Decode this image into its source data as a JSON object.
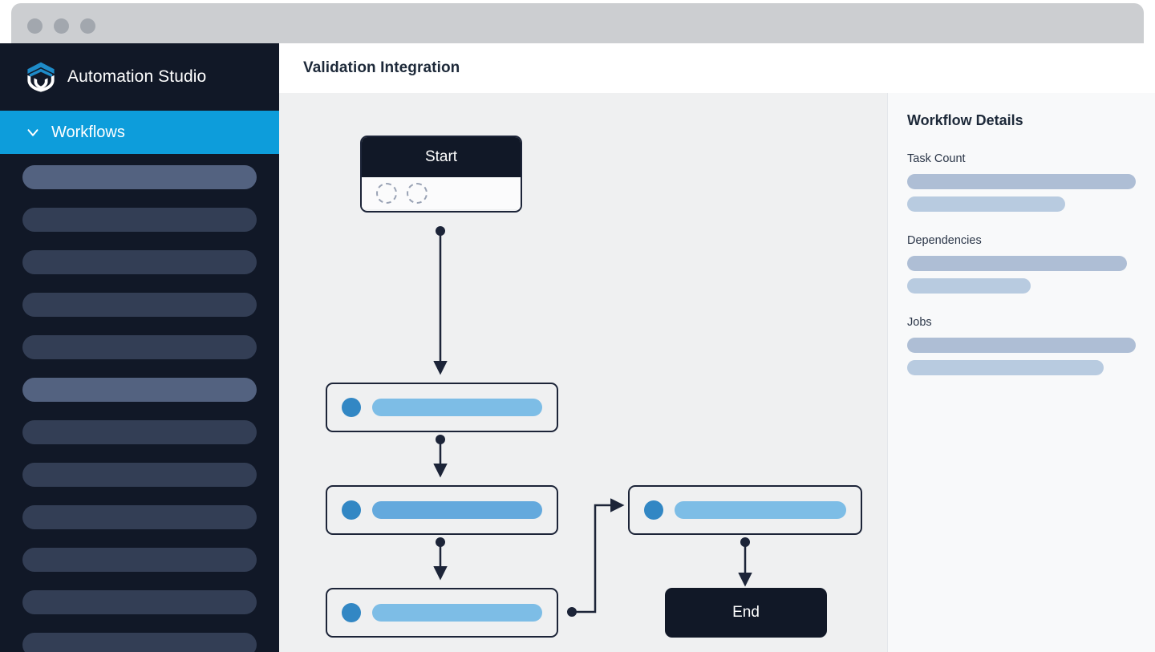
{
  "window": {
    "traffic_lights": [
      "close-dot",
      "minimize-dot",
      "maximize-dot"
    ]
  },
  "sidebar": {
    "brand": {
      "name": "Automation Studio",
      "logo_icon": "hexagon-shield-logo-icon"
    },
    "active_item": {
      "label": "Workflows",
      "icon": "chevron-down-icon"
    },
    "accent_color": "#0d9ddb",
    "background_color": "#111827",
    "placeholder_items": [
      {
        "state": "bright",
        "width_pct": 100
      },
      {
        "state": "normal",
        "width_pct": 100
      },
      {
        "state": "normal",
        "width_pct": 100
      },
      {
        "state": "normal",
        "width_pct": 100
      },
      {
        "state": "normal",
        "width_pct": 100
      },
      {
        "state": "bright",
        "width_pct": 100
      },
      {
        "state": "normal",
        "width_pct": 100
      },
      {
        "state": "normal",
        "width_pct": 100
      },
      {
        "state": "normal",
        "width_pct": 100
      },
      {
        "state": "normal",
        "width_pct": 100
      },
      {
        "state": "normal",
        "width_pct": 100
      },
      {
        "state": "normal",
        "width_pct": 100
      }
    ]
  },
  "topbar": {
    "title": "Validation Integration"
  },
  "canvas": {
    "background_color": "#eff0f1",
    "nodes": {
      "start": {
        "label": "Start",
        "placeholder_circles": 2
      },
      "task1": {
        "bar_shade": "light"
      },
      "task2": {
        "bar_shade": "mid"
      },
      "task3": {
        "bar_shade": "light"
      },
      "task4": {
        "bar_shade": "light"
      },
      "end": {
        "label": "End"
      }
    },
    "edge_color": "#1c2438"
  },
  "details": {
    "title": "Workflow Details",
    "groups": [
      {
        "label": "Task Count",
        "bars": [
          {
            "shade": "dark",
            "width_pct": 100
          },
          {
            "shade": "light",
            "width_pct": 69
          }
        ]
      },
      {
        "label": "Dependencies",
        "bars": [
          {
            "shade": "dark",
            "width_pct": 96
          },
          {
            "shade": "light",
            "width_pct": 54
          }
        ]
      },
      {
        "label": "Jobs",
        "bars": [
          {
            "shade": "dark",
            "width_pct": 100
          },
          {
            "shade": "light",
            "width_pct": 86
          }
        ]
      }
    ]
  }
}
